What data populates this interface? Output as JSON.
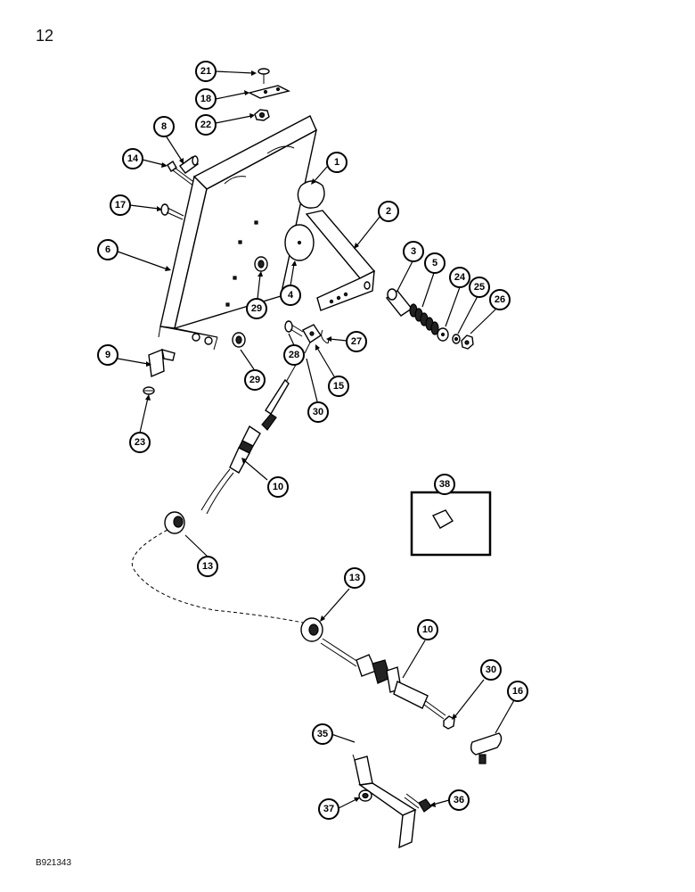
{
  "page_number": "12",
  "drawing_code": "B921343",
  "callouts": {
    "c21": "21",
    "c18": "18",
    "c22": "22",
    "c8": "8",
    "c14": "14",
    "c17": "17",
    "c6": "6",
    "c9": "9",
    "c23": "23",
    "c29a": "29",
    "c29b": "29",
    "c28": "28",
    "c1": "1",
    "c2": "2",
    "c4": "4",
    "c3": "3",
    "c5": "5",
    "c24": "24",
    "c25": "25",
    "c26": "26",
    "c27": "27",
    "c15": "15",
    "c30a": "30",
    "c10a": "10",
    "c38": "38",
    "c13a": "13",
    "c13b": "13",
    "c10b": "10",
    "c30b": "30",
    "c16": "16",
    "c35": "35",
    "c37": "37",
    "c36": "36"
  }
}
